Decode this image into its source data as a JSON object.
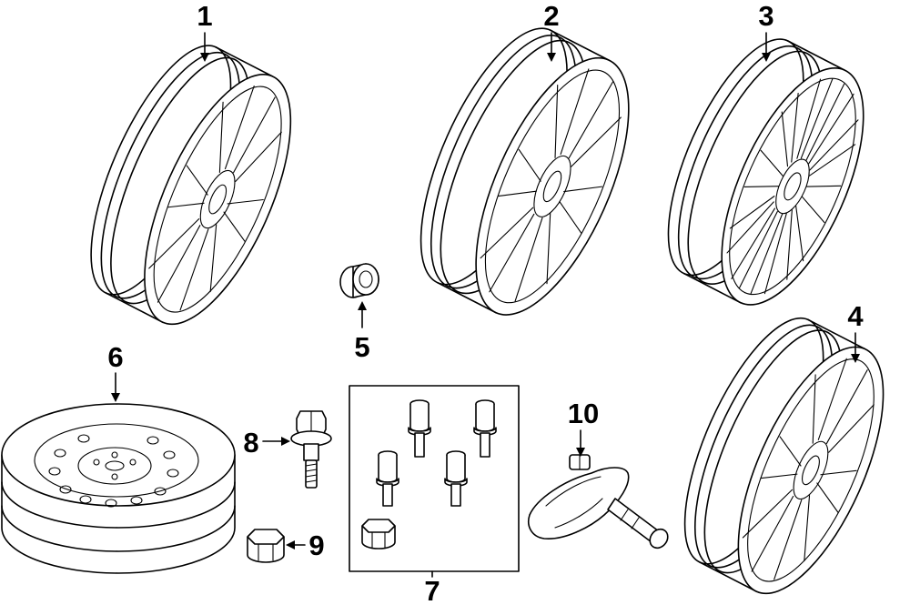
{
  "callouts": {
    "c1": "1",
    "c2": "2",
    "c3": "3",
    "c4": "4",
    "c5": "5",
    "c6": "6",
    "c7": "7",
    "c8": "8",
    "c9": "9",
    "c10": "10"
  },
  "colors": {
    "line": "#000000",
    "background": "#ffffff"
  },
  "parts": [
    {
      "callout": "1",
      "icon": "alloy-wheel-icon"
    },
    {
      "callout": "2",
      "icon": "alloy-wheel-icon"
    },
    {
      "callout": "3",
      "icon": "multi-spoke-wheel-icon"
    },
    {
      "callout": "4",
      "icon": "alloy-wheel-icon"
    },
    {
      "callout": "5",
      "icon": "center-cap-ring-icon"
    },
    {
      "callout": "6",
      "icon": "spare-tire-icon"
    },
    {
      "callout": "7",
      "icon": "lock-bolt-kit-icon"
    },
    {
      "callout": "8",
      "icon": "lug-bolt-icon"
    },
    {
      "callout": "9",
      "icon": "bolt-cap-icon"
    },
    {
      "callout": "10",
      "icon": "tpms-sensor-icon"
    }
  ]
}
